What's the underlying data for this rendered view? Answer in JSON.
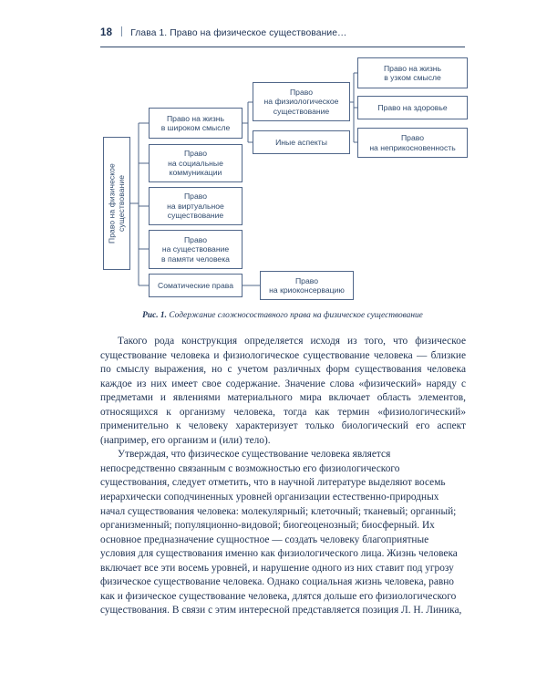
{
  "page": {
    "folio": "18",
    "chapter_title": "Глава 1.  Право на физическое существование…"
  },
  "figure": {
    "caption_label": "Рис. 1.",
    "caption_text": " Содержание сложносоставного права на физическое существование",
    "line_color": "#51678a",
    "text_color": "#2f4a6d",
    "nodes": {
      "root": "Право на физическое существование",
      "level2": [
        "Право на жизнь\nв широком смысле",
        "Право\nна социальные\nкоммуникации",
        "Право\nна виртуальное\nсуществование",
        "Право\nна существование\nв памяти человека",
        "Соматические права"
      ],
      "level3": [
        "Право\nна физиологическое\nсуществование",
        "Иные аспекты"
      ],
      "level4": [
        "Право на жизнь\nв узком смысле",
        "Право на здоровье",
        "Право\nна неприкосновенность"
      ],
      "somatic_child": "Право\nна криоконсервацию"
    }
  },
  "body": {
    "paragraphs": [
      "Такого рода конструкция определяется исходя из того, что физическое существование человека и физиологическое существование человека — близкие по смыслу выражения, но с учетом различных форм существования человека каждое из них имеет свое содержание. Значение слова «физический» наряду с предметами и явлениями материального мира включает область элементов, относящихся к организму человека, тогда как термин «физиологический» применительно к человеку характеризует только биологический его аспект (например, его организм и (или) тело).",
      "Утверждая, что физическое существование человека является непосредственно связанным с возможностью его физиологического существования, следует отметить, что в научной литературе выделяют восемь иерархически соподчиненных уровней организации естественно-природных начал существования человека: молекулярный; клеточный; тканевый; органный; организменный; популяционно-видовой; биогеоценозный; биосферный. Их основное предназначение сущностное — создать человеку благоприятные условия для существования именно как физиологического лица. Жизнь человека включает все эти восемь уровней, и нарушение одного из них ставит под угрозу физическое существование человека. Однако социальная жизнь человека, равно как и физическое существование человека, длятся дольше его физиологического существования. В связи с этим интересной представляется позиция Л. Н. Линика,"
    ]
  }
}
